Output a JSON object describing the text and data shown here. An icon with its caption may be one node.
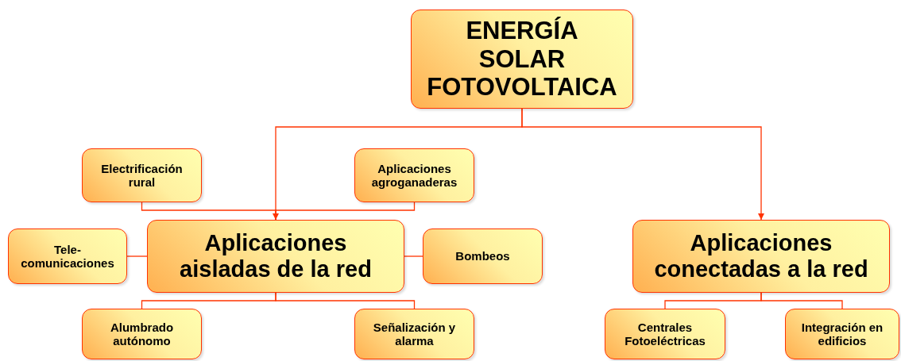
{
  "diagram": {
    "nodes": [
      {
        "text": [
          "ENERGÍA SOLAR FOTOVOLTAICA"
        ]
      },
      {
        "text": [
          "Aplicaciones aisladas de la red"
        ]
      },
      {
        "text": [
          "Aplicaciones conectadas a la red"
        ]
      },
      {
        "text": [
          "Electrificación rural"
        ]
      },
      {
        "text": [
          "Aplicaciones agroganaderas"
        ]
      },
      {
        "text": [
          "Tele- comunicaciones"
        ]
      },
      {
        "text": [
          "Bombeos"
        ]
      },
      {
        "text": [
          "Alumbrado autónomo"
        ]
      },
      {
        "text": [
          "Señalización y alarma"
        ]
      },
      {
        "text": [
          "Centrales Fotoeléctricas"
        ]
      },
      {
        "text": [
          "Integración en edificios"
        ]
      }
    ],
    "edges": [
      {
        "from": 0,
        "to": 1,
        "arrow": "to"
      },
      {
        "from": 0,
        "to": 2,
        "arrow": "to"
      },
      {
        "from": 3,
        "to": 1,
        "arrow": "none"
      },
      {
        "from": 4,
        "to": 1,
        "arrow": "none"
      },
      {
        "from": 5,
        "to": 1,
        "arrow": "none"
      },
      {
        "from": 1,
        "to": 6,
        "arrow": "none"
      },
      {
        "from": 1,
        "to": 7,
        "arrow": "none"
      },
      {
        "from": 1,
        "to": 8,
        "arrow": "none"
      },
      {
        "from": 2,
        "to": 9,
        "arrow": "none"
      },
      {
        "from": 2,
        "to": 10,
        "arrow": "none"
      }
    ]
  }
}
